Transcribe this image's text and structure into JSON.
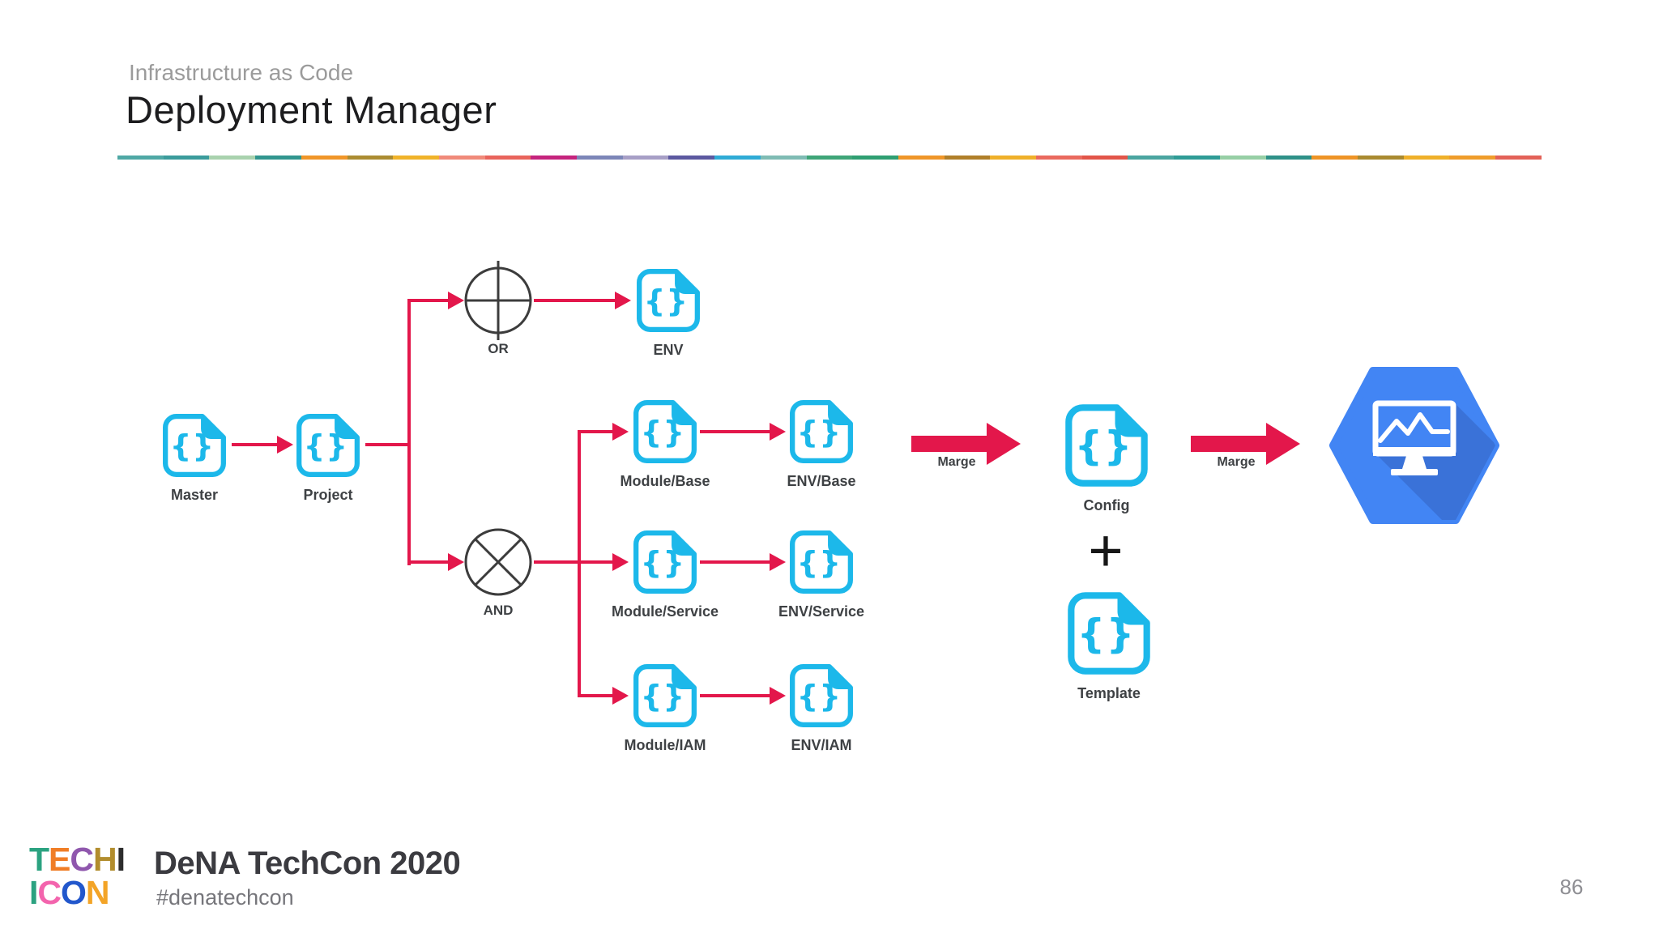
{
  "slide": {
    "kicker": "Infrastructure as Code",
    "title": "Deployment Manager",
    "page_number": "86"
  },
  "divider": {
    "colors": [
      "#4fa8a5",
      "#3b9c9c",
      "#a9d2ae",
      "#31968f",
      "#f09629",
      "#ab8c31",
      "#f0b32a",
      "#f08a7a",
      "#e9645c",
      "#c5247d",
      "#7c86b8",
      "#a79fc6",
      "#5c59a0",
      "#2fabd6",
      "#7fbcb4",
      "#3fa578",
      "#2f9f72",
      "#ef9629",
      "#b07f2a",
      "#efb02a",
      "#ea6a5e",
      "#e25549",
      "#4ba5a0",
      "#2f9c96",
      "#97cfa5",
      "#2e9188",
      "#ee9426",
      "#a98a30",
      "#efb02a",
      "#ef9d2b",
      "#e36258"
    ]
  },
  "diagram": {
    "arrow_color": "#e3174b",
    "icon_color": "#1cb8ea",
    "gcp_blue": "#4285f4",
    "gcp_shadow": "#3a72d8",
    "nodes": {
      "master": {
        "label": "Master"
      },
      "project": {
        "label": "Project"
      },
      "env": {
        "label": "ENV"
      },
      "module_base": {
        "label": "Module/Base"
      },
      "env_base": {
        "label": "ENV/Base"
      },
      "module_service": {
        "label": "Module/Service"
      },
      "env_service": {
        "label": "ENV/Service"
      },
      "module_iam": {
        "label": "Module/IAM"
      },
      "env_iam": {
        "label": "ENV/IAM"
      },
      "config": {
        "label": "Config"
      },
      "template": {
        "label": "Template"
      }
    },
    "gates": {
      "or": {
        "label": "OR"
      },
      "and": {
        "label": "AND"
      }
    },
    "merge_arrows": {
      "first": {
        "label": "Marge"
      },
      "second": {
        "label": "Marge"
      }
    },
    "plus_symbol": "+",
    "gcp_icon": "google-cloud-deployment-manager"
  },
  "footer": {
    "logo": {
      "row1": [
        {
          "ch": "T",
          "color": "#2ba280"
        },
        {
          "ch": "E",
          "color": "#f07d26"
        },
        {
          "ch": "C",
          "color": "#8f57ad"
        },
        {
          "ch": "H",
          "color": "#b28d2d"
        },
        {
          "ch": "I",
          "color": "#2d2d2d"
        }
      ],
      "row2": [
        {
          "ch": "I",
          "color": "#2ba280"
        },
        {
          "ch": "C",
          "color": "#f364ad"
        },
        {
          "ch": "O",
          "color": "#2257cc"
        },
        {
          "ch": "N",
          "color": "#f3a427"
        }
      ]
    },
    "brand": "DeNA TechCon 2020",
    "hashtag": "#denatechcon"
  }
}
